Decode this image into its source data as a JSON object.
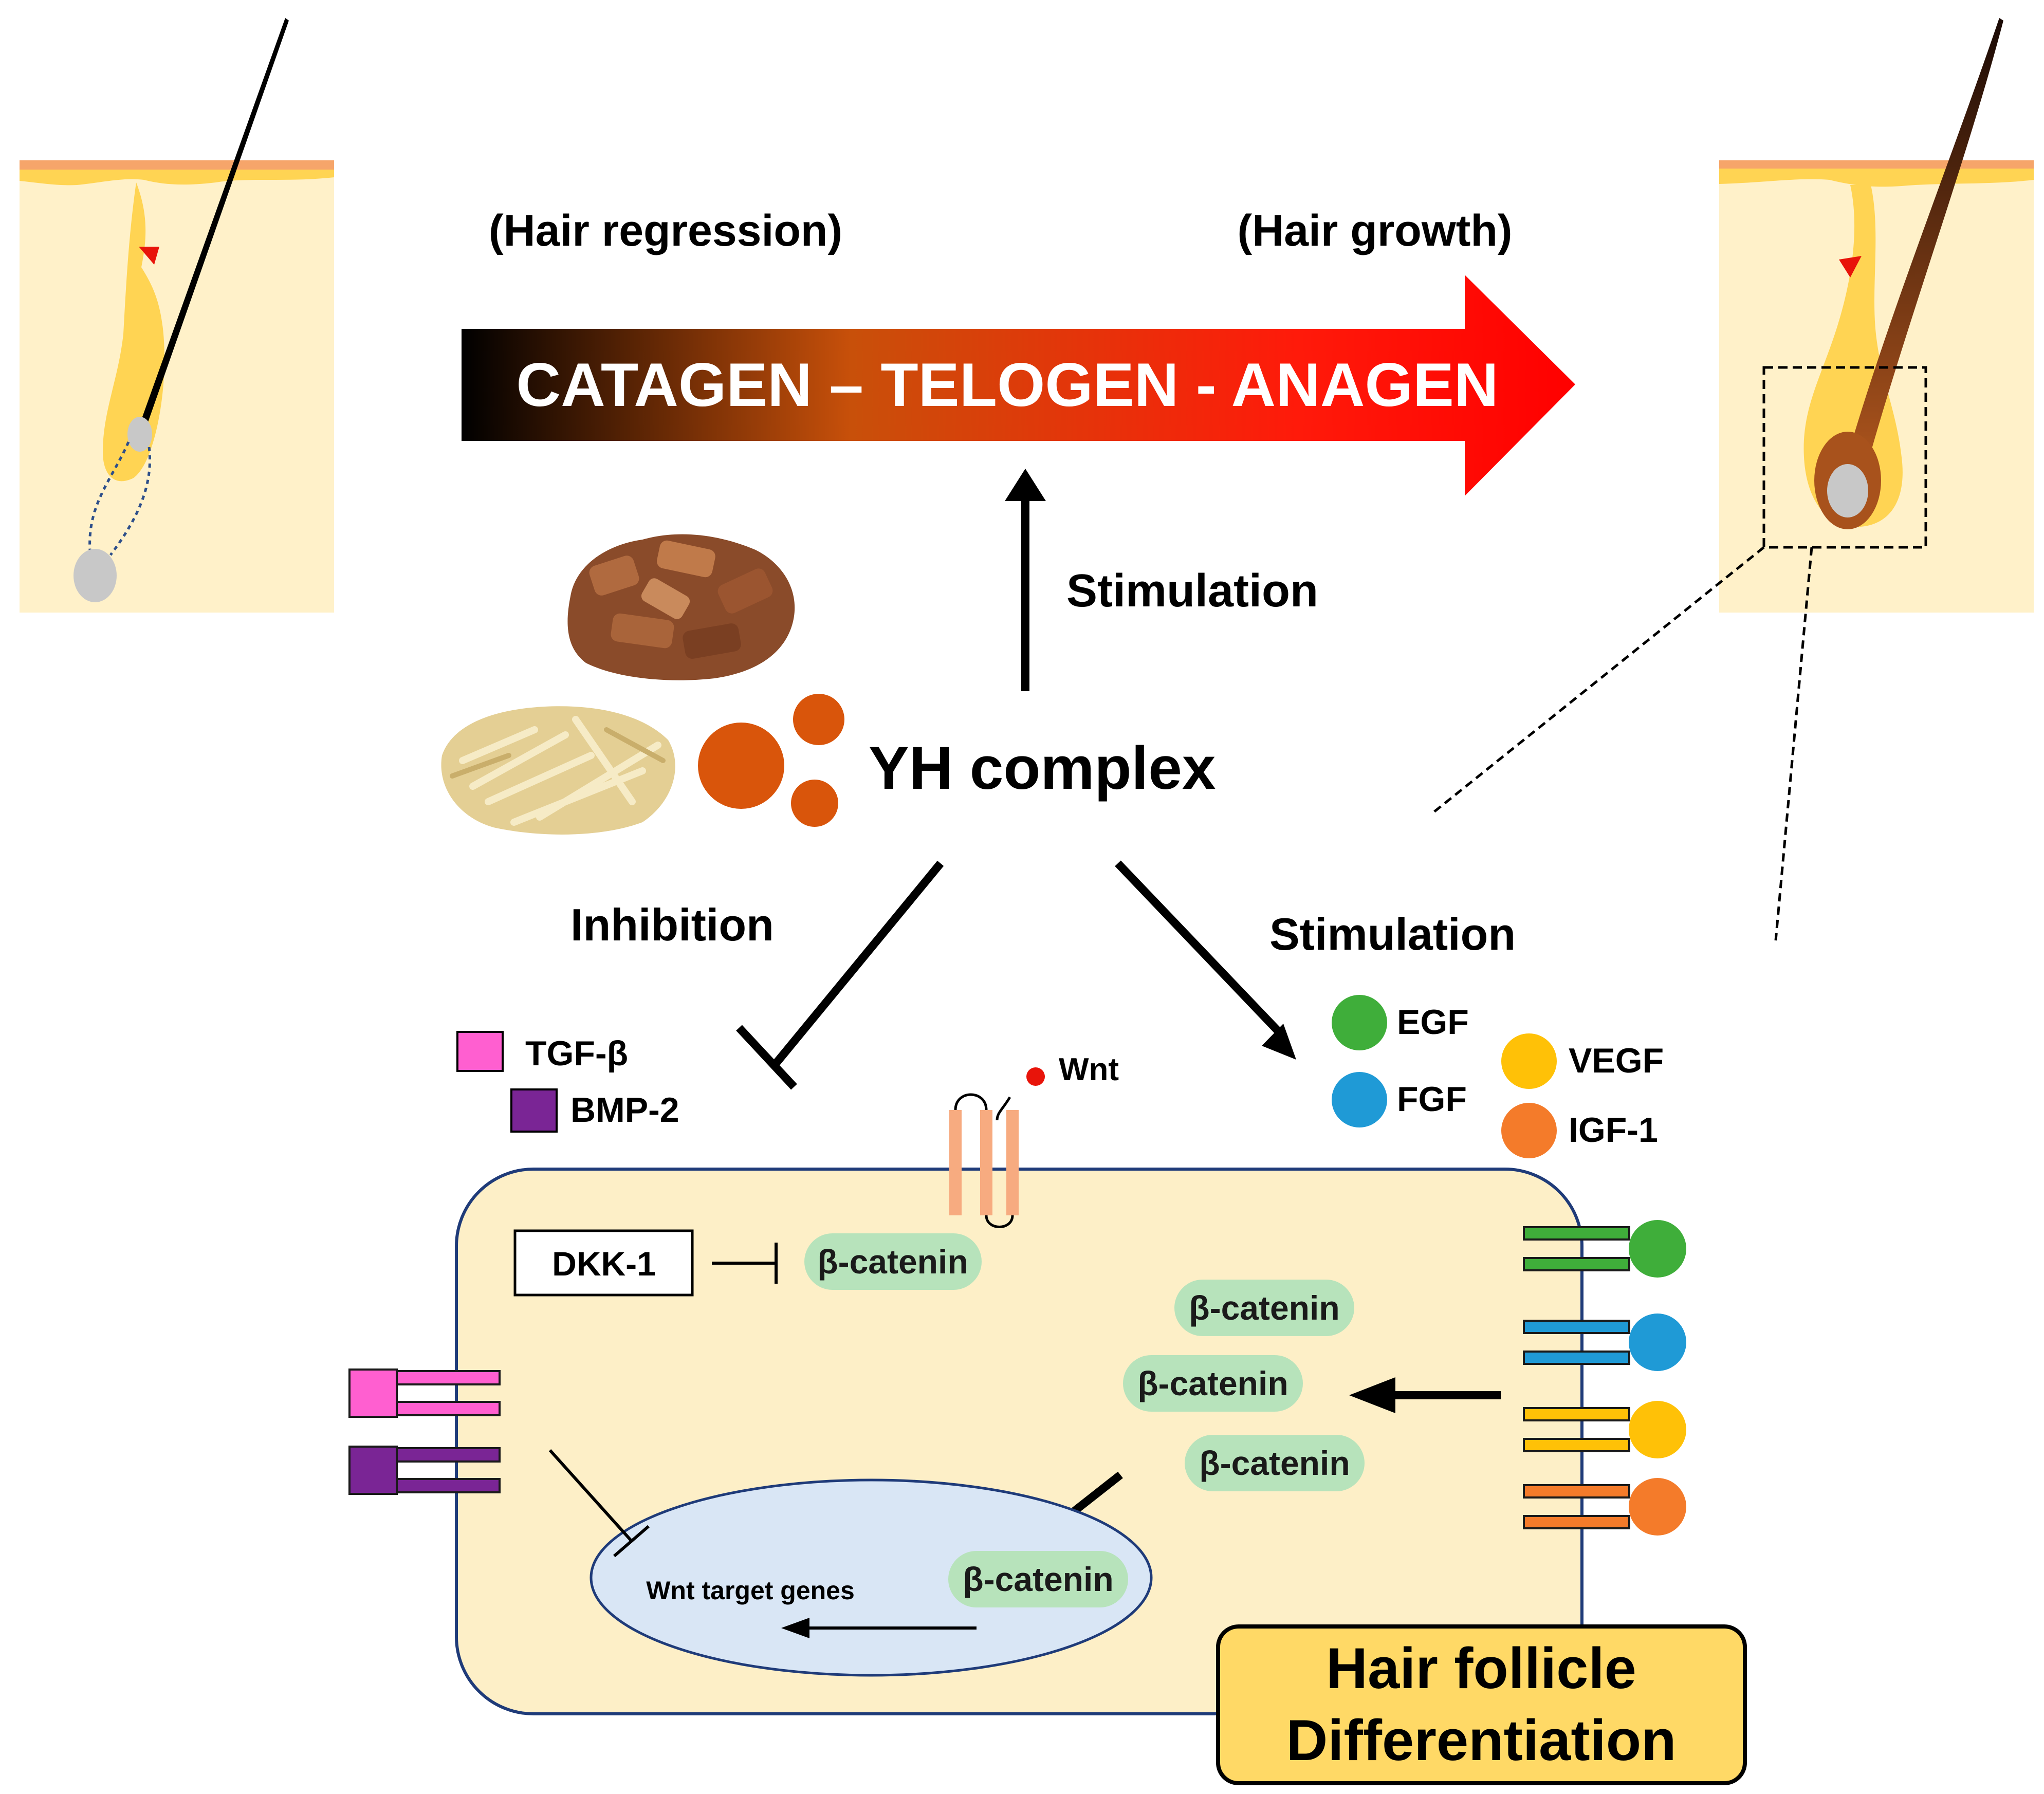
{
  "header": {
    "regression_label": "(Hair regression)",
    "growth_label": "(Hair growth)",
    "cycle_label": "CATAGEN – TELOGEN - ANAGEN"
  },
  "center": {
    "top_stimulation": "Stimulation",
    "compound": "YH complex",
    "inhibition": "Inhibition",
    "right_stimulation": "Stimulation"
  },
  "inhibited_factors": [
    "TGF-β",
    "BMP-2"
  ],
  "growth_factors": [
    "EGF",
    "FGF",
    "VEGF",
    "IGF-1"
  ],
  "cell": {
    "wnt": "Wnt",
    "dkk": "DKK-1",
    "beta_catenin": "β-catenin",
    "target_genes": "Wnt target genes",
    "result": [
      "Hair follicle",
      "Differentiation"
    ]
  },
  "colors": {
    "tgf": "#ff5fd0",
    "bmp": "#7a2595",
    "egf": "#3fae3a",
    "fgf": "#1f9ad6",
    "vegf": "#ffc107",
    "igf": "#f47b2a",
    "yh": "#d9550b",
    "cell_fill": "#fdefc7",
    "nucleus_fill": "#d9e6f5",
    "catenin_fill": "#b7e3bb",
    "result_fill": "#ffd966",
    "arrow_start": "#000000",
    "arrow_end": "#ff0000"
  }
}
